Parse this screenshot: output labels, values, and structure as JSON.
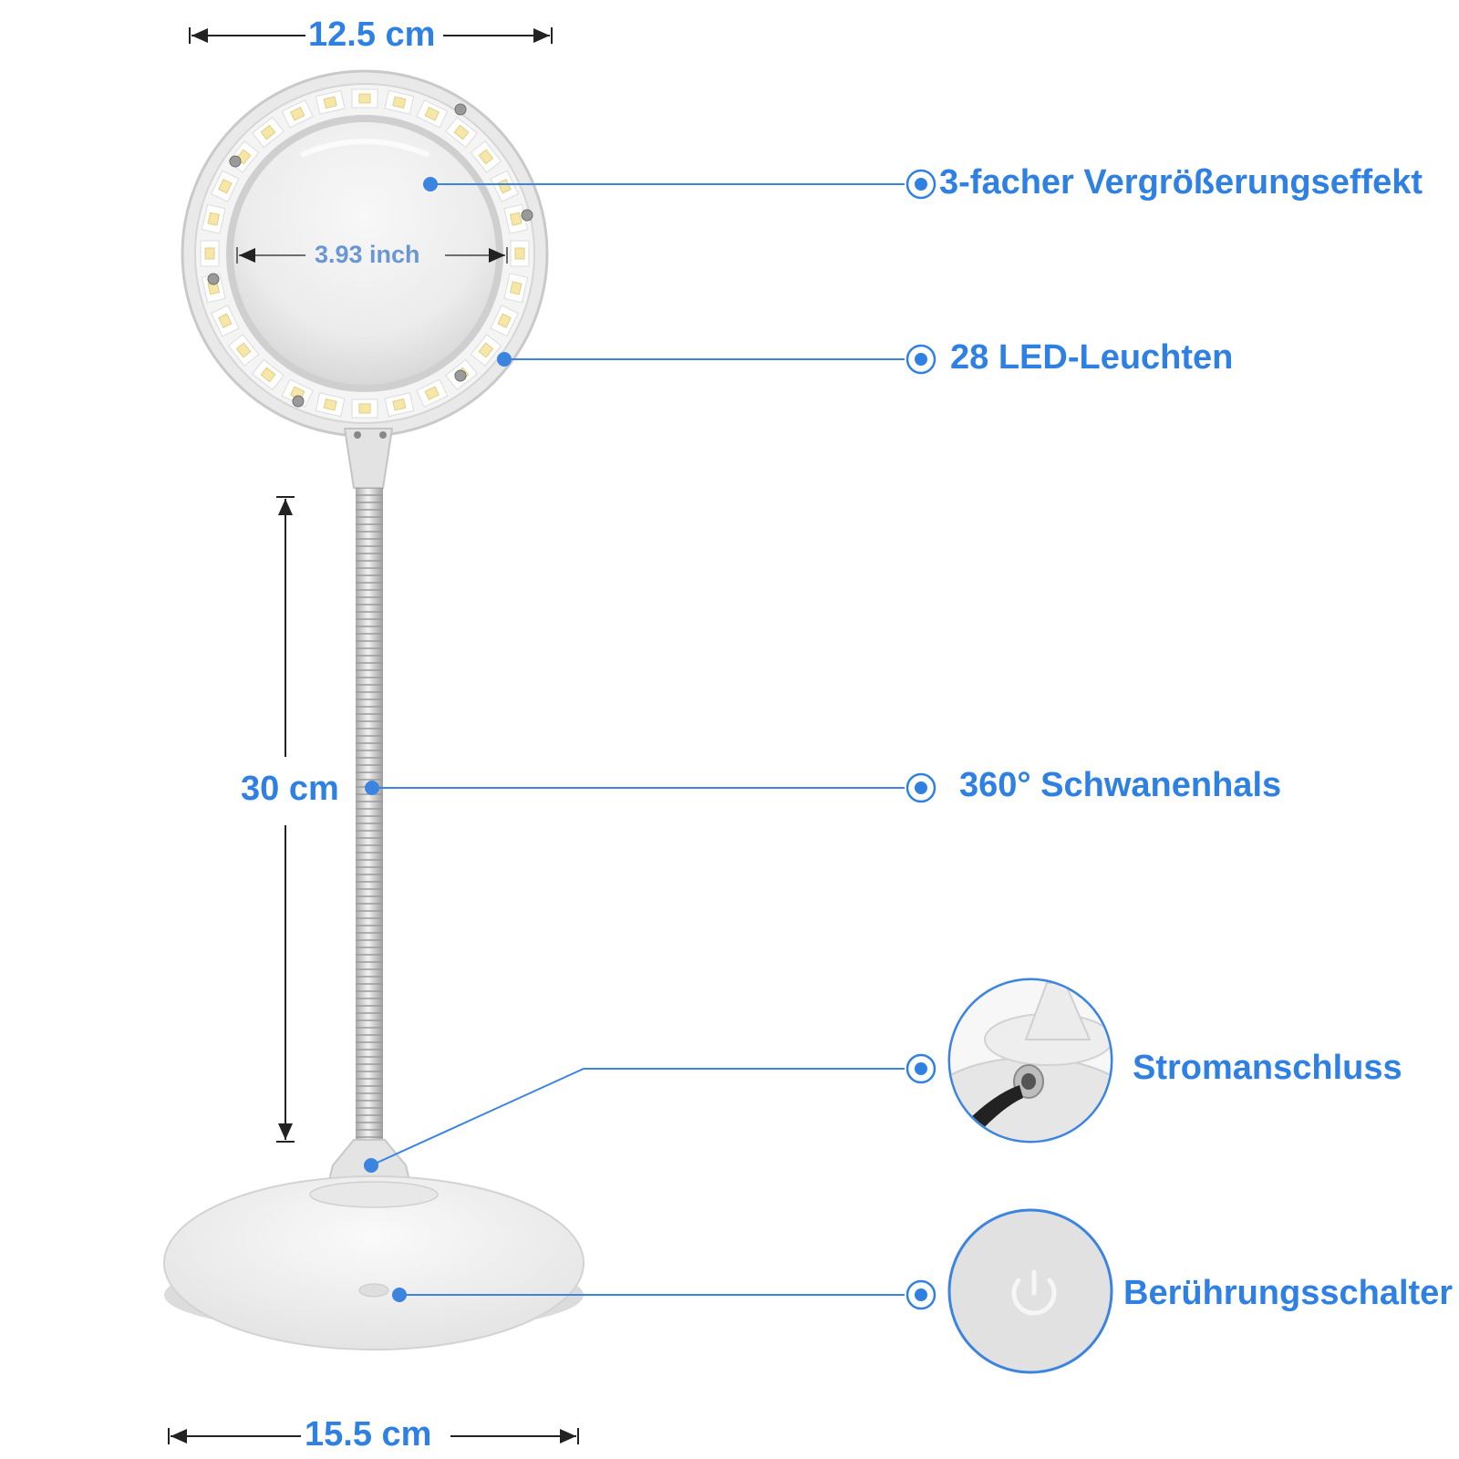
{
  "dimensions": {
    "head_width": "12.5 cm",
    "lens_diameter": "3.93 inch",
    "neck_length": "30 cm",
    "base_width": "15.5 cm"
  },
  "features": [
    {
      "label": "3-facher Vergrößerungseffekt"
    },
    {
      "label": "28 LED-Leuchten"
    },
    {
      "label": "360° Schwanenhals"
    },
    {
      "label": "Stromanschluss"
    },
    {
      "label": "Berührungsschalter"
    }
  ],
  "led_count": 28,
  "colors": {
    "accent": "#2f80e3",
    "dimension_line": "#222222",
    "lamp_body": "#e6e6e6",
    "led": "#f6e7a8"
  }
}
